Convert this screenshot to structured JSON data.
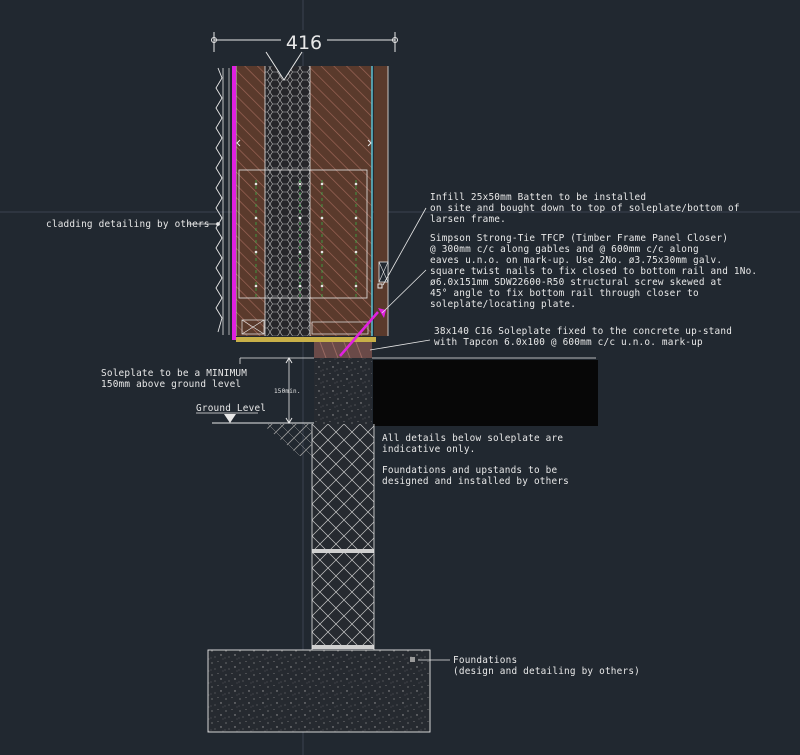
{
  "dimension": "416",
  "dimension_150": "150min.",
  "labels": {
    "cladding": "cladding detailing by others",
    "soleplate_min_1": "Soleplate to be a MINIMUM",
    "soleplate_min_2": "150mm above ground level",
    "ground_level": "Ground Level",
    "infill_1": "Infill 25x50mm Batten to be installed",
    "infill_2": "on site and bought down to top of soleplate/bottom of",
    "infill_3": "larsen frame.",
    "simpson_1": "Simpson Strong-Tie TFCP (Timber Frame Panel Closer)",
    "simpson_2": "@ 300mm c/c along gables and @ 600mm c/c along",
    "simpson_3": "eaves u.n.o. on mark-up. Use 2No. ø3.75x30mm galv.",
    "simpson_4": "square twist nails to fix closed to bottom rail and 1No.",
    "simpson_5": "ø6.0x151mm SDW22600-R50 structural screw skewed at",
    "simpson_6": "45° angle to fix bottom rail through closer to",
    "simpson_7": "soleplate/locating plate.",
    "soleplate_1": "38x140 C16 Soleplate fixed to the concrete up-stand",
    "soleplate_2": "with Tapcon 6.0x100 @ 600mm c/c u.n.o. mark-up",
    "details_1": "All details below soleplate are",
    "details_2": "indicative only.",
    "found_up_1": "Foundations and upstands to be",
    "found_up_2": "designed and installed by others",
    "foundations_1": "Foundations",
    "foundations_2": "(design and detailing by others)"
  },
  "colors": {
    "background": "#212830",
    "timber": "#5a3a2c",
    "hatch": "#a0685a",
    "magenta": "#e020e0",
    "soleplate": "#6a4a48",
    "cyan": "#5ab8c8",
    "green_dash": "#38b048",
    "line": "#e8e8e8"
  }
}
